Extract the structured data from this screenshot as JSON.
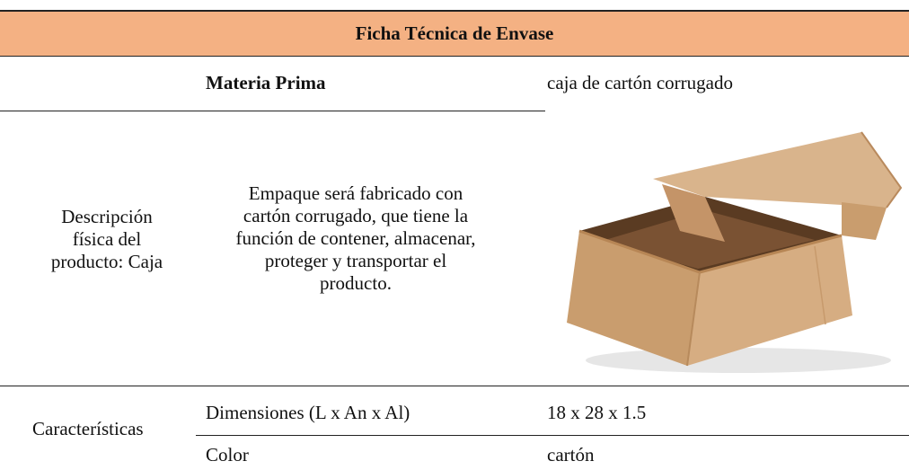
{
  "header": {
    "title": "Ficha Técnica de Envase"
  },
  "materia_prima": {
    "label": "Materia Prima",
    "value": "caja de cartón corrugado"
  },
  "descripcion": {
    "label_lines": [
      "Descripción",
      "física del",
      "producto: Caja"
    ],
    "text_lines": [
      "Empaque será fabricado con",
      "cartón corrugado, que tiene la",
      "función de contener, almacenar,",
      "proteger y transportar el",
      "producto."
    ],
    "image_icon": "open-cardboard-box-photo"
  },
  "caracteristicas": {
    "label": "Características",
    "rows": [
      {
        "name": "Dimensiones (L x An x Al)",
        "value": "18 x 28 x 1.5"
      },
      {
        "name": "Color",
        "value": "cartón"
      }
    ]
  },
  "colors": {
    "header_fill": "#f4b183",
    "box_light": "#d9b48c",
    "box_mid": "#c79a6c",
    "box_dark": "#6e4a2d"
  }
}
